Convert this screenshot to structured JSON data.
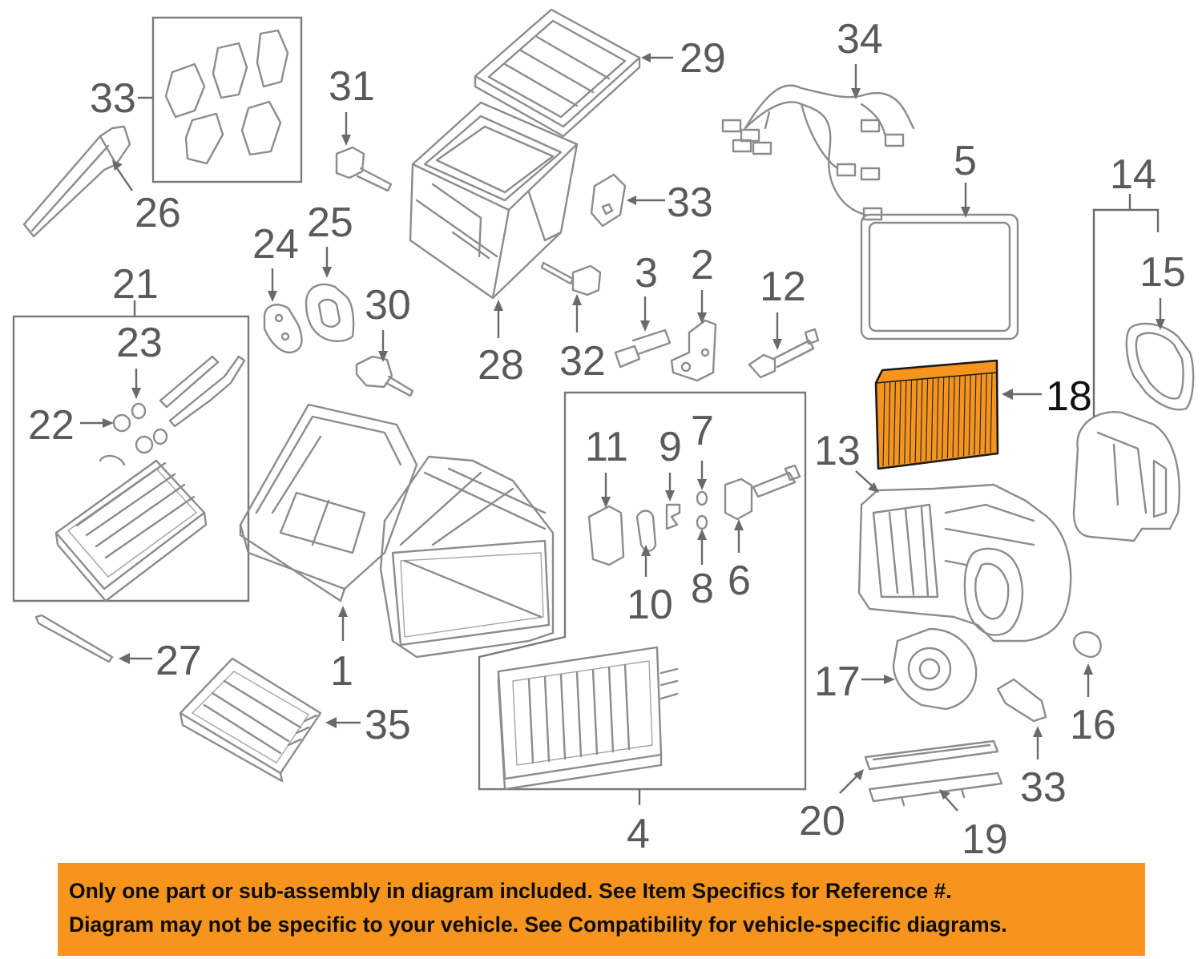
{
  "callouts": [
    {
      "id": "33",
      "text": "33"
    },
    {
      "id": "26",
      "text": "26"
    },
    {
      "id": "31",
      "text": "31"
    },
    {
      "id": "29",
      "text": "29"
    },
    {
      "id": "28",
      "text": "28"
    },
    {
      "id": "33b",
      "text": "33"
    },
    {
      "id": "34",
      "text": "34"
    },
    {
      "id": "5",
      "text": "5"
    },
    {
      "id": "14",
      "text": "14"
    },
    {
      "id": "15",
      "text": "15"
    },
    {
      "id": "24",
      "text": "24"
    },
    {
      "id": "25",
      "text": "25"
    },
    {
      "id": "30",
      "text": "30"
    },
    {
      "id": "32",
      "text": "32"
    },
    {
      "id": "3",
      "text": "3"
    },
    {
      "id": "2",
      "text": "2"
    },
    {
      "id": "12",
      "text": "12"
    },
    {
      "id": "21",
      "text": "21"
    },
    {
      "id": "23",
      "text": "23"
    },
    {
      "id": "22",
      "text": "22"
    },
    {
      "id": "18",
      "text": "18"
    },
    {
      "id": "13",
      "text": "13"
    },
    {
      "id": "11",
      "text": "11"
    },
    {
      "id": "9",
      "text": "9"
    },
    {
      "id": "7",
      "text": "7"
    },
    {
      "id": "10",
      "text": "10"
    },
    {
      "id": "8",
      "text": "8"
    },
    {
      "id": "6",
      "text": "6"
    },
    {
      "id": "1",
      "text": "1"
    },
    {
      "id": "27",
      "text": "27"
    },
    {
      "id": "35",
      "text": "35"
    },
    {
      "id": "4",
      "text": "4"
    },
    {
      "id": "17",
      "text": "17"
    },
    {
      "id": "16",
      "text": "16"
    },
    {
      "id": "33c",
      "text": "33"
    },
    {
      "id": "20",
      "text": "20"
    },
    {
      "id": "19",
      "text": "19"
    }
  ],
  "highlight": {
    "part": "18",
    "color": "#f7941d"
  },
  "banner": {
    "line1": "Only one part or sub-assembly in diagram included. See Item Specifics for Reference #.",
    "line2": "Diagram may not be specific to your vehicle. See Compatibility for vehicle-specific diagrams.",
    "background": "#f7941d"
  }
}
